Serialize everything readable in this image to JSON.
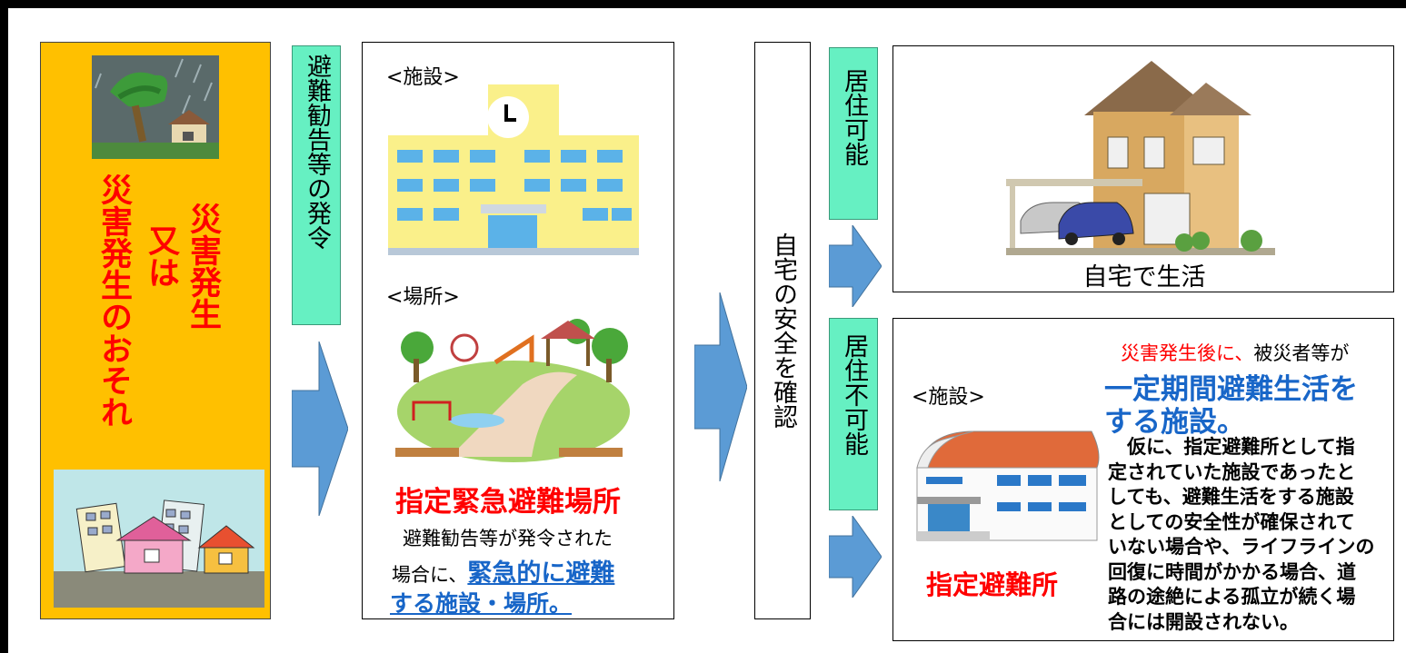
{
  "disaster_panel": {
    "line1": "災害発生",
    "line2": "又は",
    "line3": "災害発生のおそれ"
  },
  "evac_order_label": "避難勧告等の発令",
  "emergency_box": {
    "facility_heading": "<施設>",
    "place_heading": "<場所>",
    "name": "指定緊急避難場所",
    "desc_plain_1": "避難勧告等が発令された",
    "desc_plain_2": "場合に、",
    "desc_emph_1": "緊急的に避難",
    "desc_emph_2": "する施設・場所。"
  },
  "safety_check_label": "自宅の安全を確認",
  "habitable_label": "居住可能",
  "uninhabitable_label": "居住不可能",
  "home_box": {
    "caption": "自宅で生活"
  },
  "shelter_box": {
    "facility_heading": "<施設>",
    "intro_red": "災害発生後に、",
    "intro_black": "被災者等が",
    "emph_1": "一定期間避難生活を",
    "emph_2": "する施設。",
    "body_lines": [
      "　仮に、指定避難所として指",
      "定されていた施設であったと",
      "しても、避難生活をする施設",
      "としての安全性が確保されて",
      "いない場合や、ライフラインの",
      "回復に時間がかかる場合、道",
      "路の途絶による孤立が続く場",
      "合には開設されない。"
    ],
    "name": "指定避難所"
  },
  "colors": {
    "disaster_bg": "#ffc000",
    "label_green": "#66f0c2",
    "arrow_blue": "#5b9bd5",
    "emphasis_red": "#ff0000",
    "emphasis_blue": "#1866c8"
  },
  "icons": [
    "storm-icon",
    "collapsed-houses-icon",
    "school-building-icon",
    "clock-icon",
    "park-icon",
    "house-icon",
    "shelter-building-icon"
  ]
}
